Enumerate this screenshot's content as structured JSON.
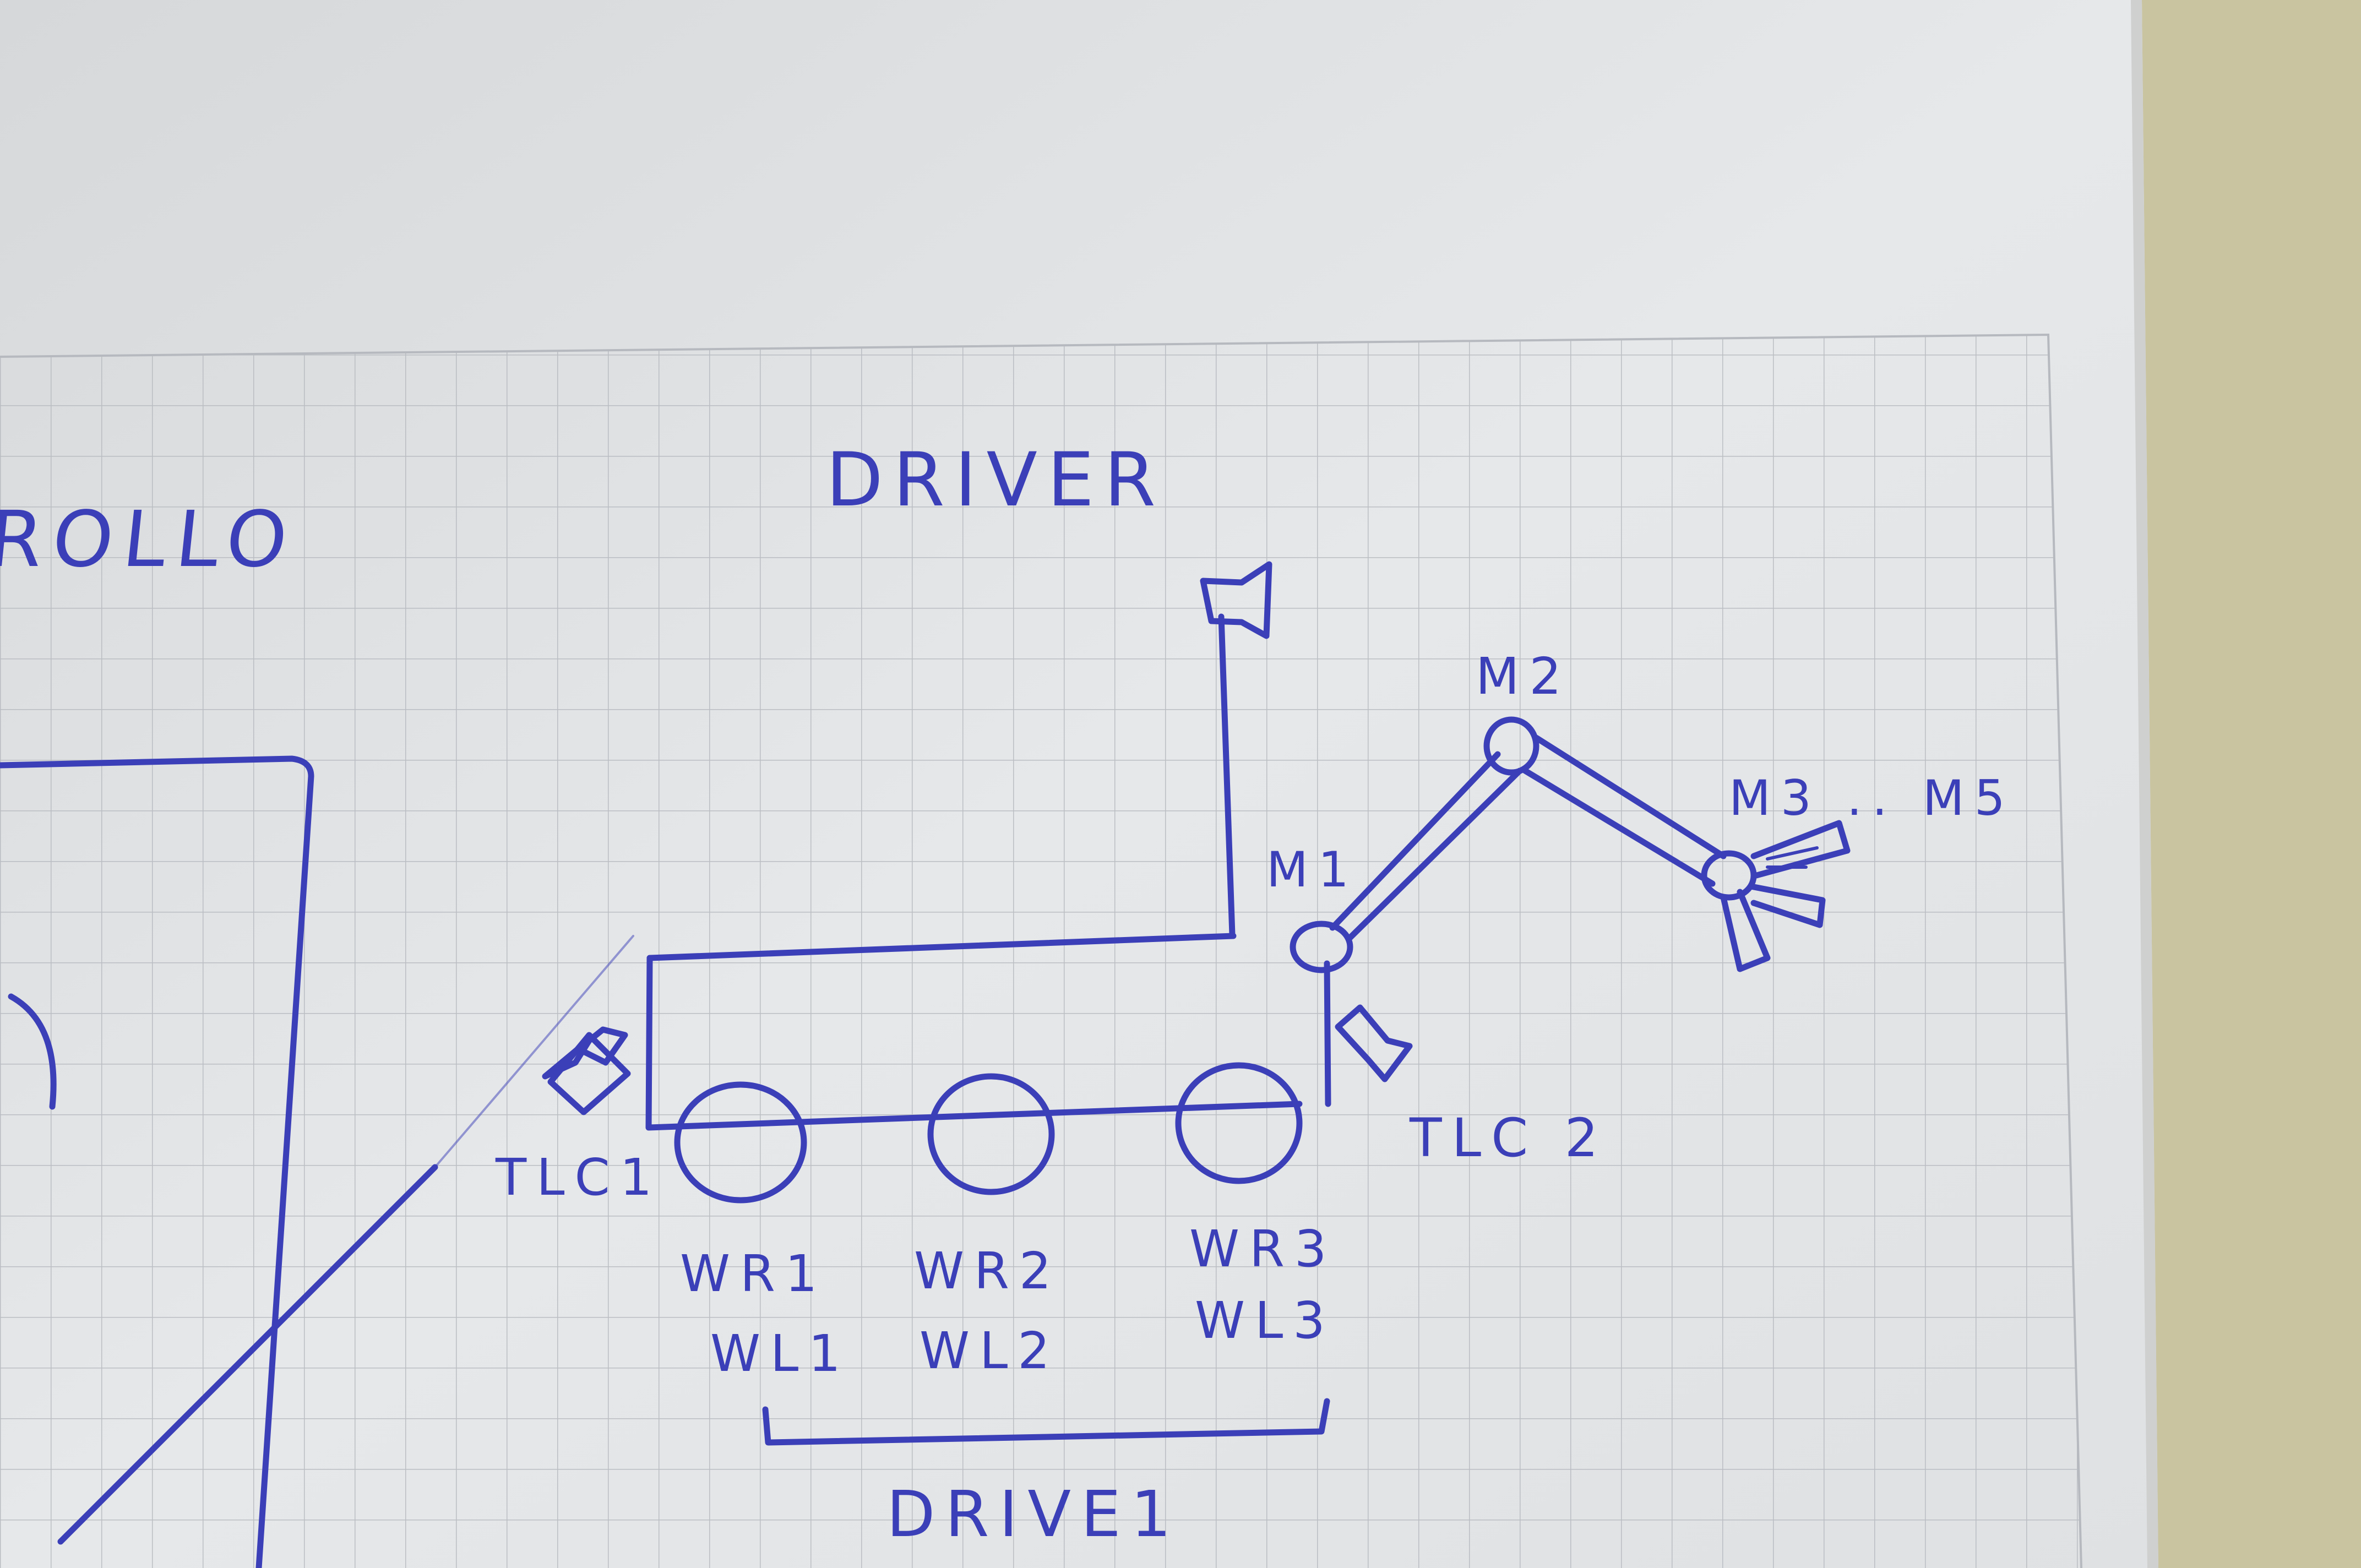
{
  "photo": {
    "subject": "hand-drawn-sketch-on-grid-paper",
    "ink_color": "#3b3fb8",
    "paper_color": "#e4e6e8",
    "grid_color": "#b9bcc2",
    "table_color": "#c9c4a0"
  },
  "labels": {
    "controllo_partial": "TROLLO",
    "driver": "DRIVER",
    "tlc1": "TLC1",
    "tlc2": "TLC 2",
    "m1": "M1",
    "m2": "M2",
    "m3_m5": "M3 .. M5",
    "wr1": "WR1",
    "wl1": "WL1",
    "wr2": "WR2",
    "wl2": "WL2",
    "wr3": "WR3",
    "wl3": "WL3",
    "drive1": "DRIVE1"
  }
}
